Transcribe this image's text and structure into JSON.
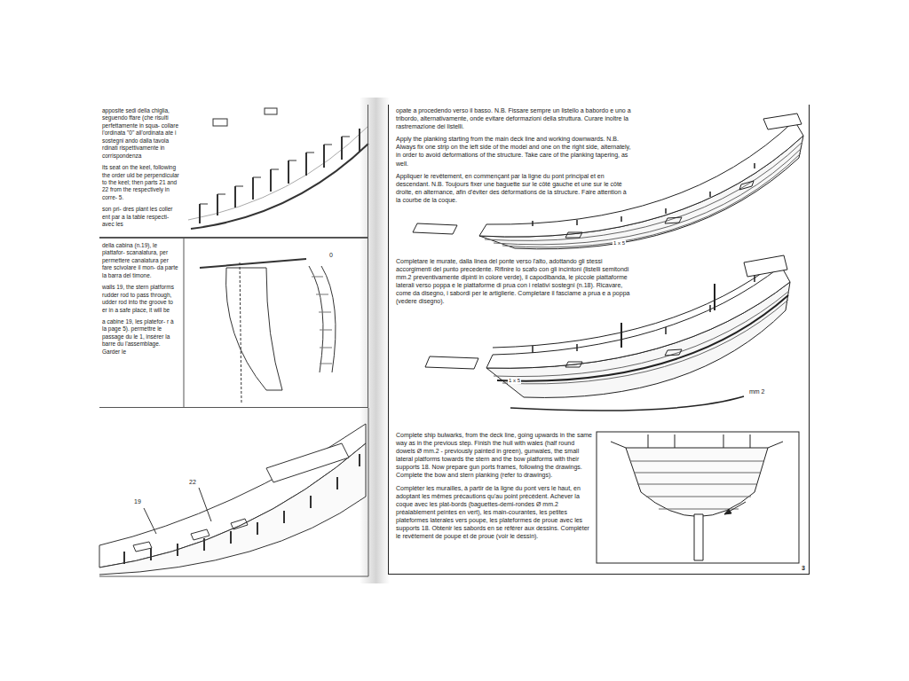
{
  "diagram": {
    "nodes": [
      {
        "text": [
          "apposite sedi della chiglia, seguendo ffare (che risulti perfettamente in squa- collare l'ordinata \"0\" all'ordinata ate i sostegni ando dalla tavola rdinati rispettivamente in corrispondenza",
          "its seat on the keel, following the order uld be perpendicular to the keel; then parts 21 and 22 from the respectively in corre- 5.",
          "son pri- dres plant les coller ent par a la table respecti- avec les"
        ]
      },
      {
        "text": [
          "della cabina (n.19), le piattafor- scanalatura, per permettere canalatura per fare scivolare il mon- da parte la barra del timone.",
          "walls 19, the stern platforms rudder rod to pass through, udder rod into the groove to er in a safe place, it will be",
          "a cabine 19, les platefor- r à la page 5). permettre le passage du le 1, insérer la barre du l'assemblage. Garder le"
        ]
      },
      {
        "text": [
          "opate a procedendo verso il basso. N.B. Fissare sempre un listello a babordo e uno a tribordo, alternativamente, onde evitare deformazioni della struttura. Curare inoltre la rastremazione dei listelli.",
          "Apply the planking starting from the main deck line and working downwards. N.B. Always fix one strip on the left side of the model and one on the right side, alternately, in order to avoid deformations of the structure. Take care of the planking tapering, as well.",
          "Appliquer le revêtement, en commençant par la ligne du pont principal et en descendant. N.B. Toujours fixer une baguette sur le côté gauche et une sur le côté droite, en alternance, afin d'éviter des déformations de la structure. Faire attention à la courbe de la coque.",
          "Completare le murate, dalla linea del ponte verso l'alto, adottando gli stessi accorgimenti del punto precedente. Rifinire lo scafo con gli incintoni (listelli semitondi mm.2 preventivamente dipinti in colore verde), il capodibanda, le piccole piattaforme laterali verso poppa e le piattaforme di prua con i relativi sostegni (n.18). Ricavare, come da disegno, i sabordi per le artiglierie. Completare il fasciame a prua e a poppa (vedere disegno).",
          "Complete ship bulwarks, from the deck line, going upwards in the same way as in the previous step. Finish the hull with wales (half round dowels Ø mm.2 - previously painted in green), gunwales, the small lateral platforms towards the stern and the bow platforms with their supports 18. Now prepare gun ports frames, following the drawings. Complete the bow and stern planking (refer to drawings).",
          "Compléter les murailles, à partir de la ligne du pont vers le haut, en adoptant les mêmes précautions qu'au point précédent. Achever la coque avec les plat-bords (baguettes-demi-rondes Ø mm.2 préalablement peintes en vert), les main-courantes, les petites plateformes laterales vers poupe, les plateformes de proue avec les supports 18. Obtenir les sabords en se référer aux dessins. Compléter le revêtement de poupe et de proue (voir le dessin)."
        ]
      }
    ],
    "labels": [
      "0",
      "22",
      "19",
      "1 x 5",
      "1 x 5",
      "mm 2",
      "3"
    ]
  }
}
